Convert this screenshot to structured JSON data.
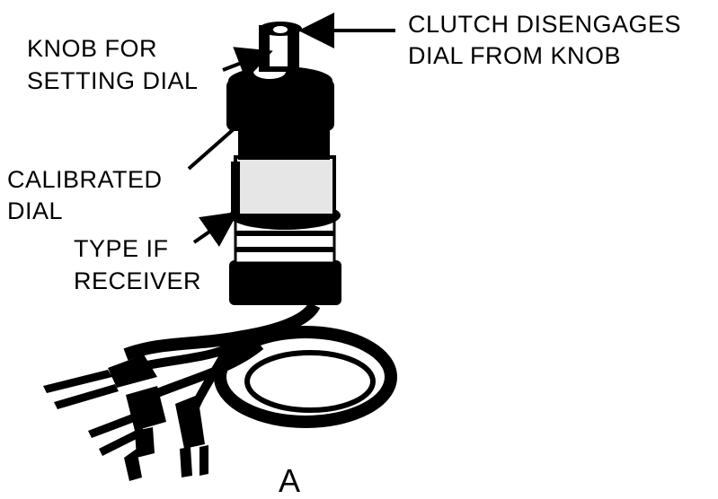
{
  "labels": {
    "clutch_line1": "CLUTCH DISENGAGES",
    "clutch_line2": "DIAL FROM KNOB",
    "knob_line1": "KNOB FOR",
    "knob_line2": "SETTING DIAL",
    "dial_line1": "CALIBRATED",
    "dial_line2": "DIAL",
    "receiver_line1": "TYPE IF",
    "receiver_line2": "RECEIVER"
  },
  "caption": "A",
  "colors": {
    "ink": "#000000",
    "paper": "#ffffff",
    "highlight": "#e6e6e6"
  }
}
